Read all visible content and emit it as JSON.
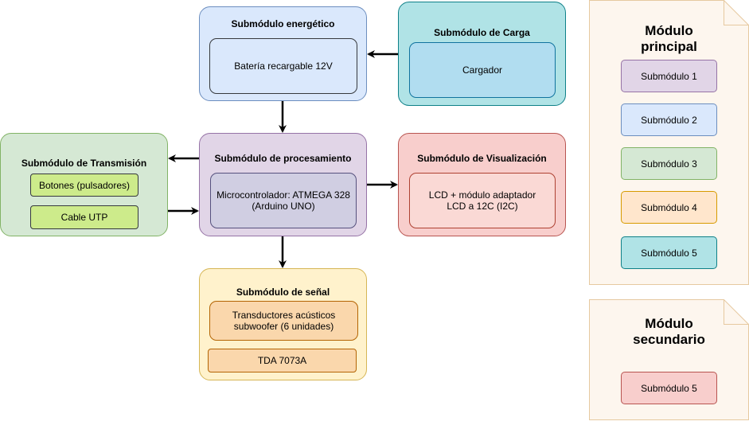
{
  "energia": {
    "title": "Submódulo energético",
    "item": "Batería recargable 12V"
  },
  "carga": {
    "title": "Submódulo de Carga",
    "item": "Cargador"
  },
  "procesamiento": {
    "title": "Submódulo de procesamiento",
    "item_line1": "Microcontrolador: ATMEGA 328",
    "item_line2": "(Arduino UNO)"
  },
  "transmision": {
    "title": "Submódulo de Transmisión",
    "items": [
      "Botones (pulsadores)",
      "Cable UTP"
    ]
  },
  "visualizacion": {
    "title": "Submódulo de Visualización",
    "item_line1": "LCD + módulo adaptador",
    "item_line2": "LCD a 12C (I2C)"
  },
  "senal": {
    "title": "Submódulo de señal",
    "item1_line1": "Transductores acústicos",
    "item1_line2": "subwoofer (6 unidades)",
    "item2": "TDA 7073A"
  },
  "legend_principal": {
    "title_line1": "Módulo",
    "title_line2": "principal",
    "items": [
      "Submódulo 1",
      "Submódulo 2",
      "Submódulo 3",
      "Submódulo 4",
      "Submódulo 5"
    ]
  },
  "legend_secundario": {
    "title_line1": "Módulo",
    "title_line2": "secundario",
    "items": [
      "Submódulo 5"
    ]
  },
  "colors": {
    "energia": "#dae8fc",
    "carga": "#b0e3e6",
    "procesamiento": "#e1d5e7",
    "transmision": "#d5e8d4",
    "visualizacion": "#f8cecc",
    "senal": "#fff2cc",
    "legend_bg": "#fdf6ee",
    "legend_border": "#e6c9a0"
  }
}
